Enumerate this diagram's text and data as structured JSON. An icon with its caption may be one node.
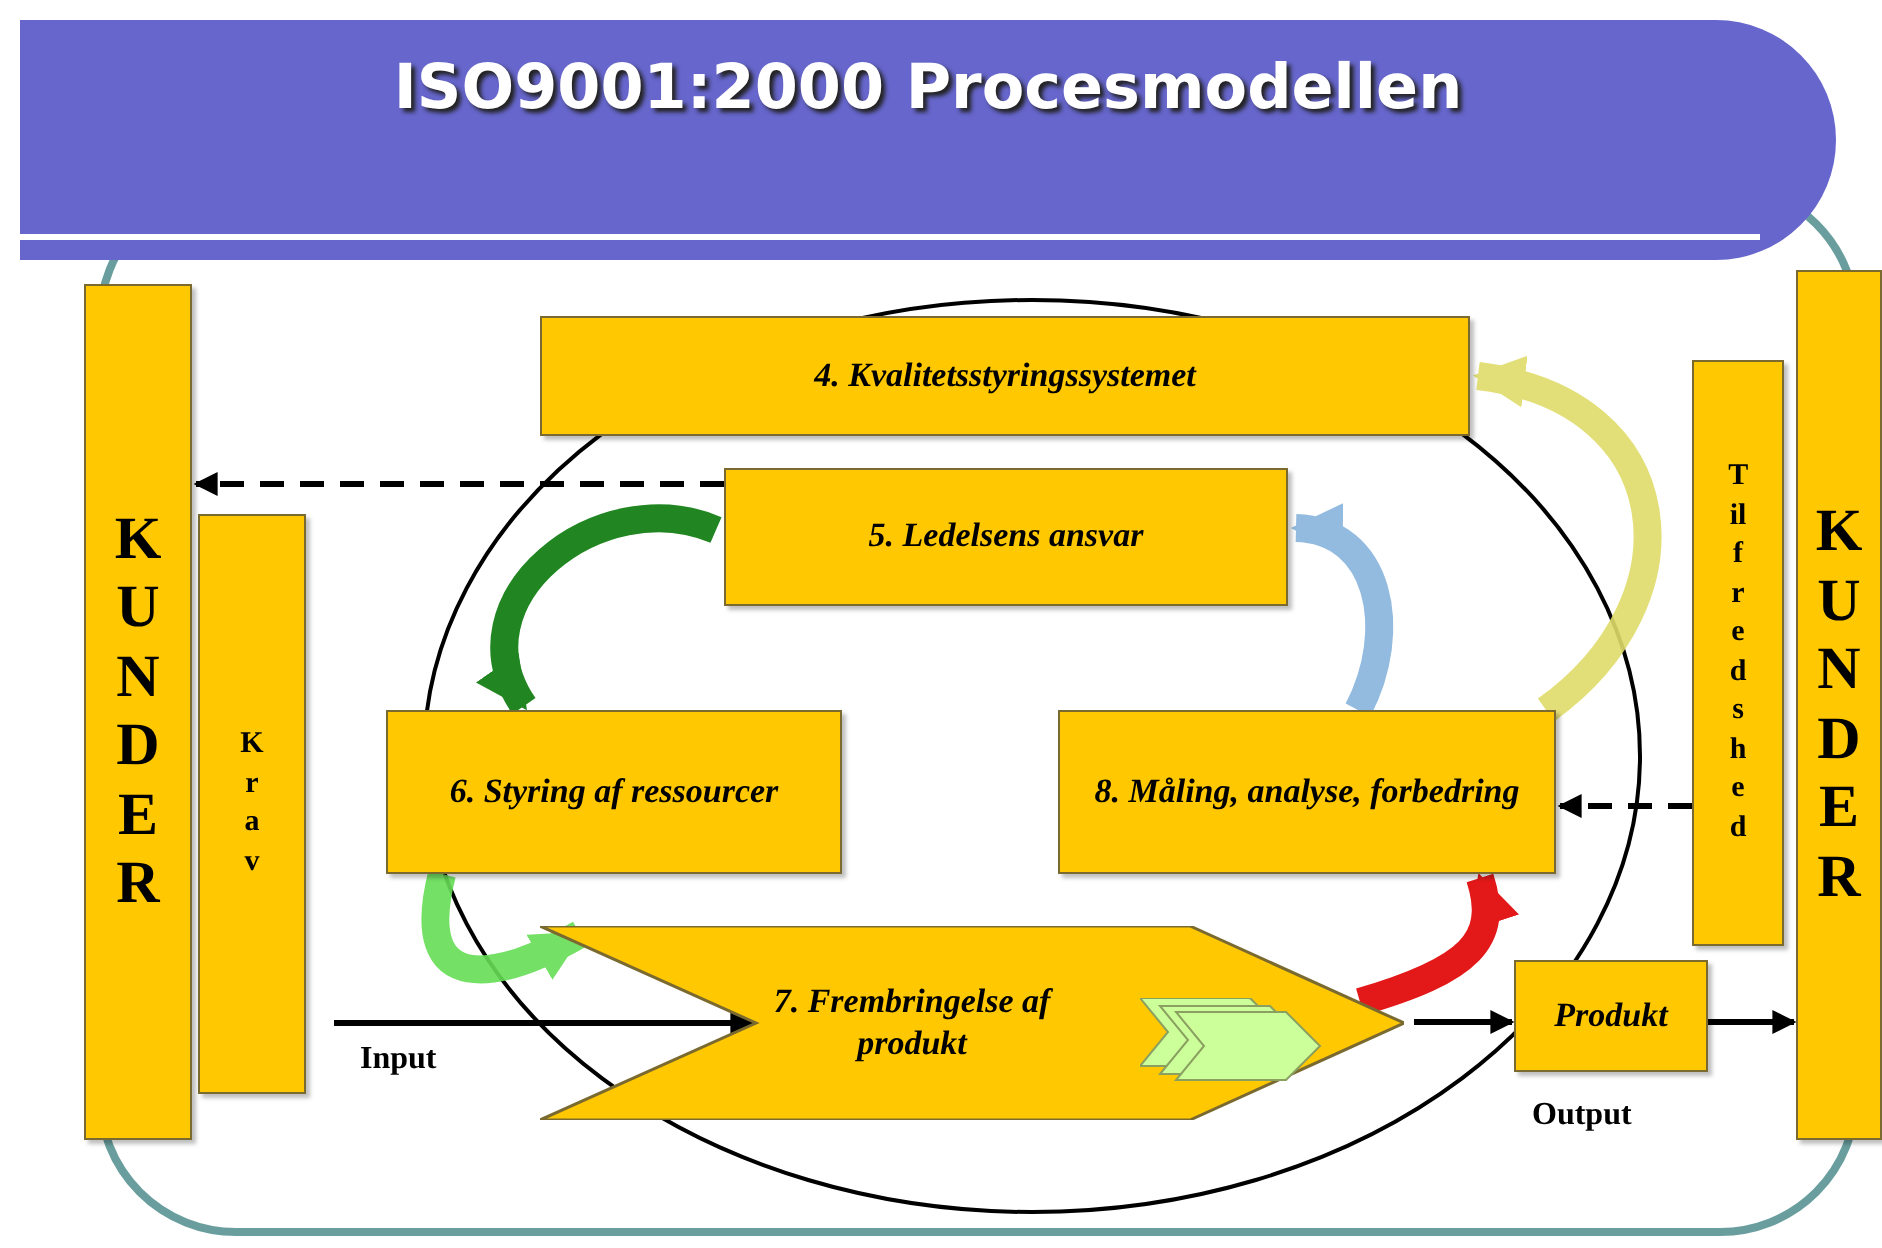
{
  "diagram": {
    "title": "ISO9001:2000 Procesmodellen",
    "nodes": [
      {
        "text": [
          "KUNDER"
        ]
      },
      {
        "text": [
          "Krav"
        ]
      },
      {
        "text": [
          "4. Kvalitetsstyringssystemet"
        ]
      },
      {
        "text": [
          "5. Ledelsens ansvar"
        ]
      },
      {
        "text": [
          "6. Styring af ressourcer"
        ]
      },
      {
        "text": [
          "8. Måling, analyse, forbedring"
        ]
      },
      {
        "text": [
          "7. Frembringelse af produkt"
        ]
      },
      {
        "text": [
          "Produkt"
        ],
        "beside": [
          "Output"
        ]
      },
      {
        "text": [
          "Tilfredshed"
        ]
      },
      {
        "text": [
          "KUNDER"
        ]
      }
    ],
    "edges": [
      {
        "from": 3,
        "to": 0,
        "arrow": "to",
        "style": "dashed"
      },
      {
        "from": 8,
        "to": 5,
        "arrow": "to",
        "style": "dashed"
      },
      {
        "from": null,
        "to": 6,
        "arrow": "to",
        "label": "Input"
      },
      {
        "from": 6,
        "to": 7,
        "arrow": "to"
      },
      {
        "from": 7,
        "to": 9,
        "arrow": "to"
      },
      {
        "from": 3,
        "to": 4,
        "arrow": "to",
        "style": "thick",
        "color": "#0a7a0a"
      },
      {
        "from": 4,
        "to": 6,
        "arrow": "to",
        "style": "thick",
        "color": "#66dd55"
      },
      {
        "from": 6,
        "to": 5,
        "arrow": "to",
        "style": "thick",
        "color": "#e00000"
      },
      {
        "from": 5,
        "to": 3,
        "arrow": "to",
        "style": "thick",
        "color": "#88b4dd"
      },
      {
        "from": 5,
        "to": 2,
        "arrow": "to",
        "style": "thick",
        "color": "#e0dc6a"
      }
    ]
  }
}
